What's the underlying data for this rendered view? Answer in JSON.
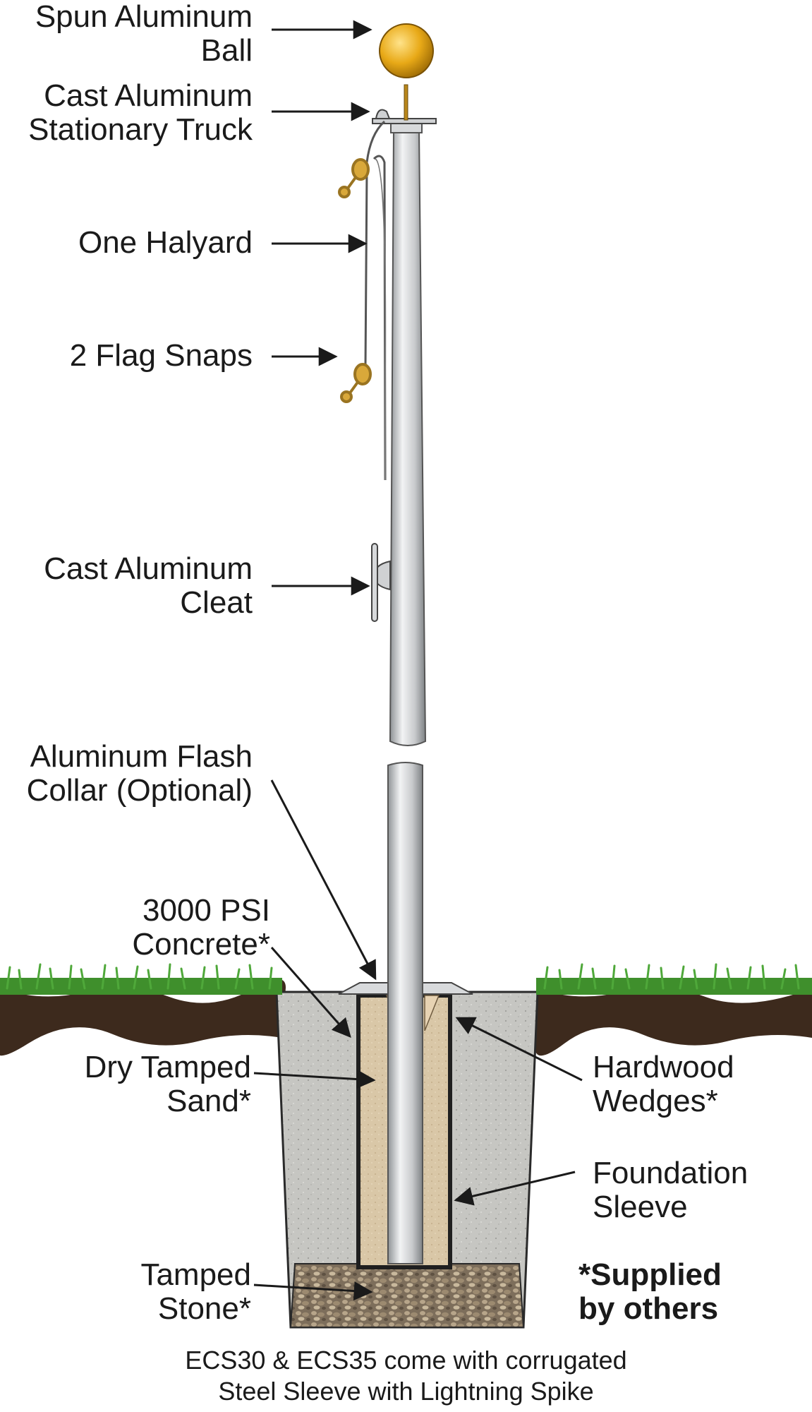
{
  "labels": {
    "ball": [
      "Spun Aluminum",
      "Ball"
    ],
    "truck": [
      "Cast Aluminum",
      "Stationary Truck"
    ],
    "halyard": [
      "One Halyard"
    ],
    "snaps": [
      "2 Flag Snaps"
    ],
    "cleat": [
      "Cast Aluminum",
      "Cleat"
    ],
    "collar": [
      "Aluminum Flash",
      "Collar (Optional)"
    ],
    "concrete": [
      "3000 PSI",
      "Concrete*"
    ],
    "sand": [
      "Dry Tamped",
      "Sand*"
    ],
    "stone": [
      "Tamped",
      "Stone*"
    ],
    "wedges": [
      "Hardwood",
      "Wedges*"
    ],
    "sleeve": [
      "Foundation",
      "Sleeve"
    ],
    "supplied": [
      "*Supplied",
      "by others"
    ]
  },
  "footnote": [
    "ECS30 & ECS35 come with corrugated",
    "Steel Sleeve with Lightning Spike"
  ],
  "colors": {
    "pole": "#c9cbcd",
    "ball": "#e8a917",
    "grass": "#3f8f2c",
    "soil": "#3d2a1d",
    "concrete": "#c4c4c0",
    "sand": "#d8c6a6",
    "stone": "#8a7b66",
    "snap": "#c9962a"
  }
}
